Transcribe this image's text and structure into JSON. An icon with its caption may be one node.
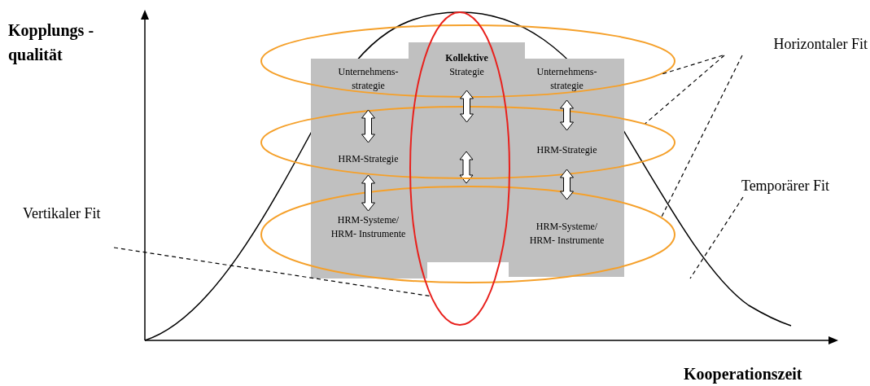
{
  "diagram": {
    "nodes": [
      {
        "text": [
          "Unternehmens- strategie"
        ],
        "in": 7
      },
      {
        "text": [
          "Kollektive",
          "Strategie"
        ]
      },
      {
        "text": [
          "Unternehmens- strategie"
        ],
        "in": 7
      },
      {
        "text": [
          "HRM-Strategie"
        ],
        "in": 8
      },
      {
        "text": [
          "HRM-Strategie"
        ],
        "in": 8
      },
      {
        "text": [
          "HRM-Systeme/ HRM- Instrumente"
        ],
        "in": 9
      },
      {
        "text": [
          "HRM-Systeme/ HRM- Instrumente"
        ],
        "in": 9
      },
      {
        "text": [],
        "shape": "ellipse"
      },
      {
        "text": [],
        "shape": "ellipse"
      },
      {
        "text": [],
        "shape": "ellipse"
      },
      {
        "text": [],
        "shape": "ellipse"
      },
      {
        "text": [
          "Horizontaler Fit"
        ]
      },
      {
        "text": [
          "Temporärer Fit"
        ]
      },
      {
        "text": [
          "Vertikaler Fit"
        ]
      }
    ],
    "edges": [
      {
        "from": 0,
        "to": 3,
        "arrow": "both"
      },
      {
        "from": 3,
        "to": 5,
        "arrow": "both"
      },
      {
        "from": 1,
        "to": null,
        "arrow": "both"
      },
      {
        "from": 2,
        "to": 4,
        "arrow": "both"
      },
      {
        "from": 4,
        "to": 6,
        "arrow": "both"
      },
      {
        "from": 11,
        "to": 7,
        "arrow": "none",
        "style": "dashed"
      },
      {
        "from": 11,
        "to": 8,
        "arrow": "none",
        "style": "dashed"
      },
      {
        "from": 11,
        "to": 9,
        "arrow": "none",
        "style": "dashed"
      },
      {
        "from": 12,
        "to": null,
        "arrow": "none",
        "style": "dashed"
      },
      {
        "from": 13,
        "to": 10,
        "arrow": "none",
        "style": "dashed"
      }
    ],
    "labels": [
      "Kopplungs -qualität",
      "Kooperationszeit"
    ]
  }
}
